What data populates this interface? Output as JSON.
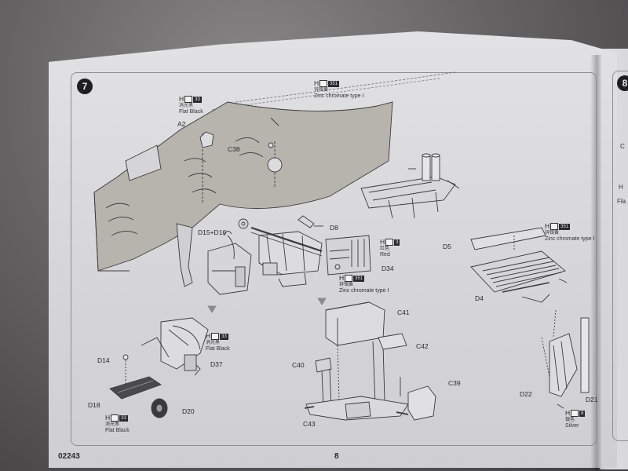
{
  "page": {
    "product_code": "02243",
    "page_number": "8"
  },
  "step": {
    "number": "7",
    "next_number": "8"
  },
  "paints": {
    "flat_black_top": {
      "code": "H",
      "num": "33",
      "cn": "消光黑",
      "en": "Flat  Black"
    },
    "zinc_top": {
      "code": "H",
      "num": "351",
      "cn": "锌铬黄",
      "en": "Zinc chromate type Ⅰ"
    },
    "zinc_right": {
      "code": "H",
      "num": "351",
      "cn": "锌铬黄",
      "en": "Zinc chromate type Ⅰ"
    },
    "red": {
      "code": "H",
      "num": "3",
      "cn": "红色",
      "en": "Red"
    },
    "zinc_mid": {
      "code": "H",
      "num": "351",
      "cn": "锌铬黄",
      "en": "Zinc chromate type Ⅰ"
    },
    "flat_black_mid": {
      "code": "H",
      "num": "33",
      "cn": "消光黑",
      "en": "Flat  Black"
    },
    "flat_black_low": {
      "code": "H",
      "num": "33",
      "cn": "消光黑",
      "en": "Flat  Black"
    },
    "silver": {
      "code": "H",
      "num": "8",
      "cn": "银色",
      "en": "Silver"
    }
  },
  "parts": {
    "a2": "A2",
    "c38": "C38",
    "d15_d16": "D15+D16",
    "d8": "D8",
    "d34": "D34",
    "d5": "D5",
    "d4": "D4",
    "c41": "C41",
    "c42": "C42",
    "c40": "C40",
    "c39": "C39",
    "c43": "C43",
    "d14": "D14",
    "d37": "D37",
    "d18": "D18",
    "d20": "D20",
    "d22": "D22",
    "d21": "D21"
  },
  "next_page": {
    "c_label": "C",
    "h_label": "H",
    "f_label": "Fla"
  }
}
